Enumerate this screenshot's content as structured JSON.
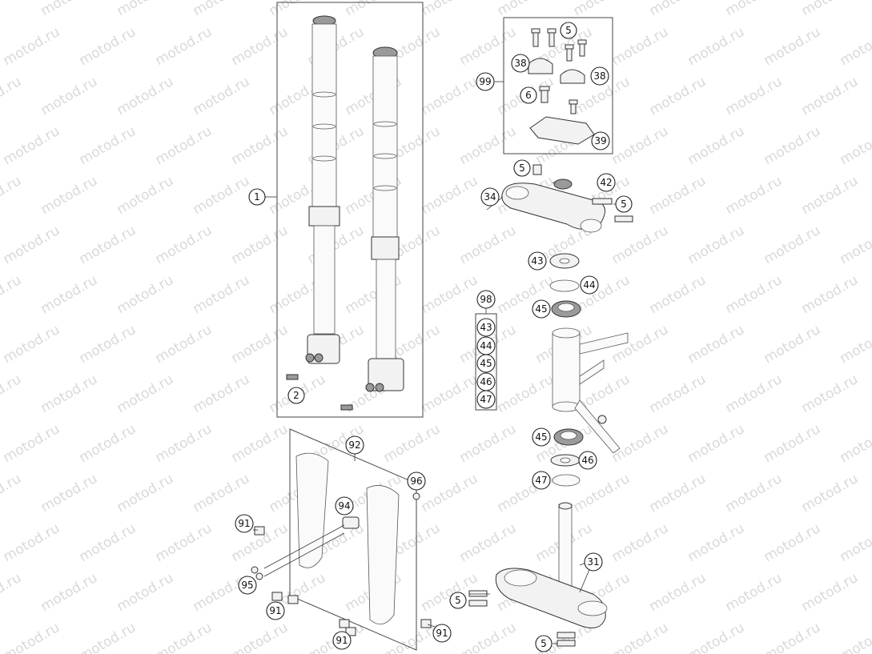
{
  "watermark": "motod.ru",
  "callouts": {
    "c1": "1",
    "c2": "2",
    "c5a": "5",
    "c38a": "38",
    "c38b": "38",
    "c99": "99",
    "c6": "6",
    "c39": "39",
    "c5b": "5",
    "c42": "42",
    "c34": "34",
    "c5c": "5",
    "c43a": "43",
    "c44a": "44",
    "c45a": "45",
    "c98": "98",
    "c43b": "43",
    "c44b": "44",
    "c45b": "45",
    "c46b": "46",
    "c47b": "47",
    "c45c": "45",
    "c46c": "46",
    "c47c": "47",
    "c92": "92",
    "c96": "96",
    "c94": "94",
    "c91a": "91",
    "c95": "95",
    "c91b": "91",
    "c91c": "91",
    "c91d": "91",
    "c31": "31",
    "c5d": "5",
    "c5e": "5"
  }
}
